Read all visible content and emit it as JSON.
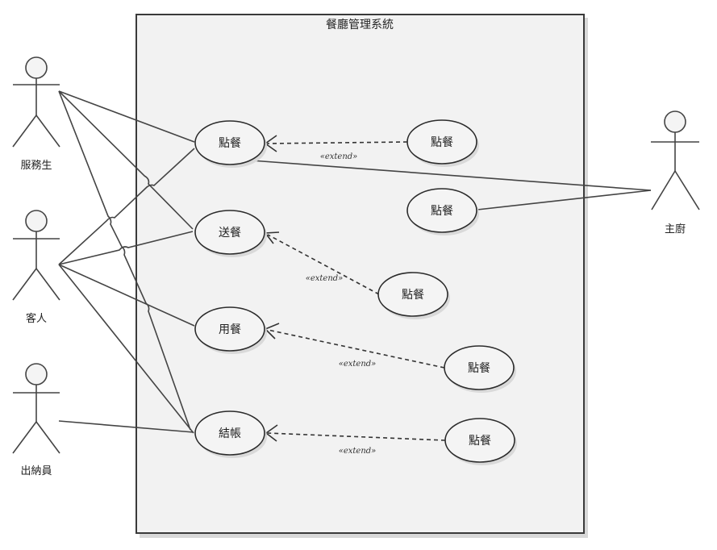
{
  "system": {
    "title": "餐廳管理系統"
  },
  "actors": {
    "waiter": "服務生",
    "customer": "客人",
    "cashier": "出納員",
    "chef": "主廚"
  },
  "use_cases": {
    "order": "點餐",
    "serve": "送餐",
    "eat": "用餐",
    "checkout": "結帳",
    "ext_order": "點餐",
    "chef_order": "點餐",
    "ext_serve": "點餐",
    "ext_eat": "點餐",
    "ext_checkout": "點餐"
  },
  "relations": {
    "extend_label": "«extend»"
  }
}
